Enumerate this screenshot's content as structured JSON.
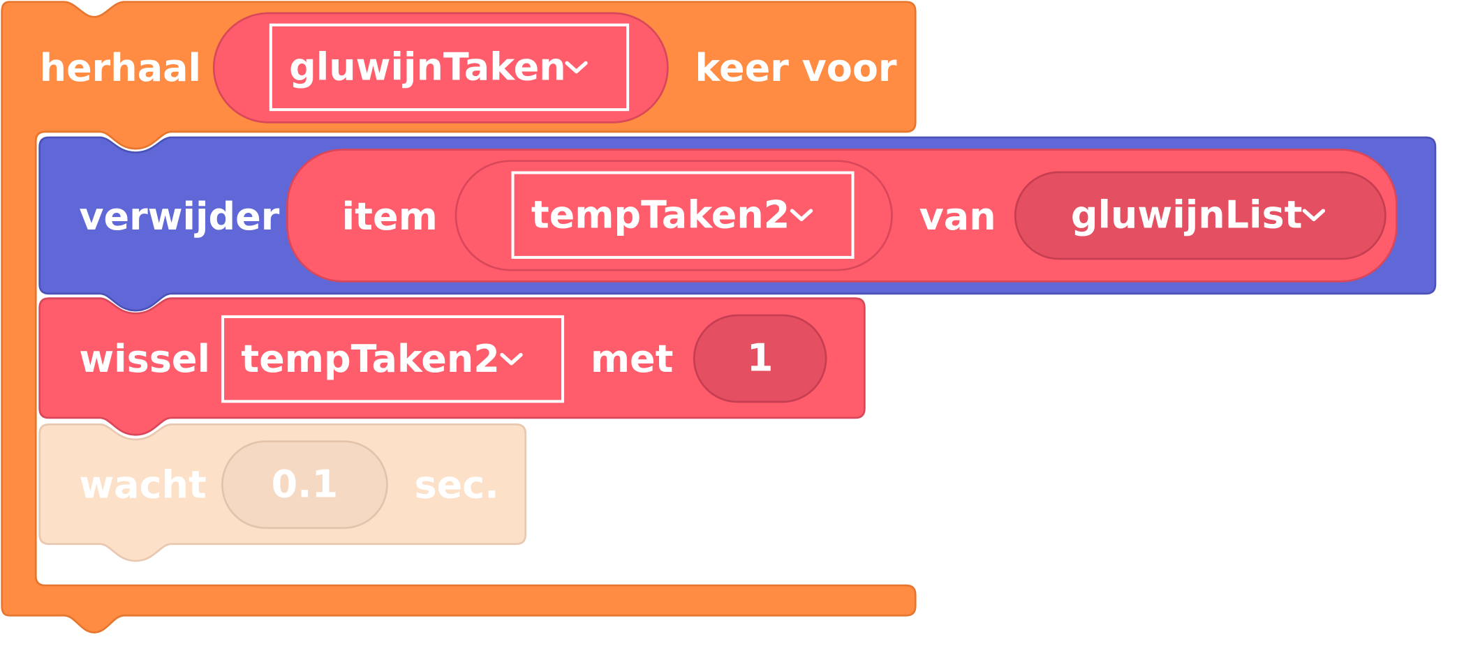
{
  "colors": {
    "control": "#ff8c42",
    "control_edge": "#e6762d",
    "list": "#5f68d6",
    "list_edge": "#4a52b8",
    "variable": "#ff5c6c",
    "variable_edge": "#d9475a",
    "variable_dark": "#e44f61",
    "faded": "#fde0c8",
    "faded_edge": "#e8c8b0",
    "faded_input": "#f6d9c3"
  },
  "repeat_block": {
    "label": "herhaal",
    "variable": "gluwijnTaken",
    "suffix": "keer voor"
  },
  "remove_block": {
    "label": "verwijder",
    "item_label": "item",
    "item_variable": "tempTaken2",
    "from_label": "van",
    "list_variable": "gluwijnList"
  },
  "change_block": {
    "label": "wissel",
    "variable": "tempTaken2",
    "with_label": "met",
    "value": "1"
  },
  "wait_block": {
    "label": "wacht",
    "value": "0.1",
    "unit": "sec."
  },
  "icons": {
    "dropdown": "chevron-down-icon"
  }
}
